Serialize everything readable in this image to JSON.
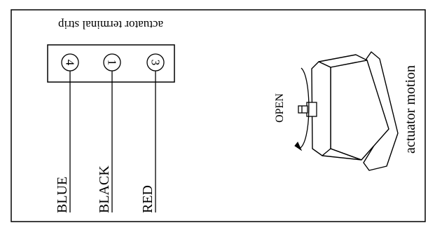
{
  "diagram": {
    "terminal_strip_label": "actuator terminal strip",
    "terminals": [
      {
        "number": "4",
        "wire": "BLUE"
      },
      {
        "number": "1",
        "wire": "BLACK"
      },
      {
        "number": "3",
        "wire": "RED"
      }
    ],
    "motion_label": "actuator motion",
    "direction_label": "OPEN"
  }
}
